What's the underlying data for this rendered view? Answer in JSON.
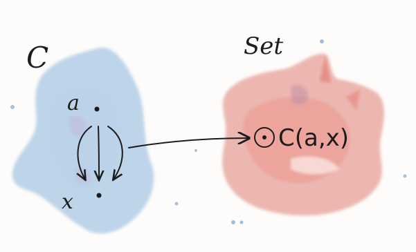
{
  "categories": {
    "source": {
      "label": "C",
      "color": "#a9c7e3"
    },
    "target": {
      "label": "Set",
      "color": "#e59a92"
    }
  },
  "objects": {
    "a": "a",
    "x": "x"
  },
  "hom_set": {
    "label": "C(a,x)"
  },
  "colors": {
    "ink": "#1b1b1b",
    "blue_wash": "#a9c7e3",
    "red_wash": "#e59a92"
  }
}
